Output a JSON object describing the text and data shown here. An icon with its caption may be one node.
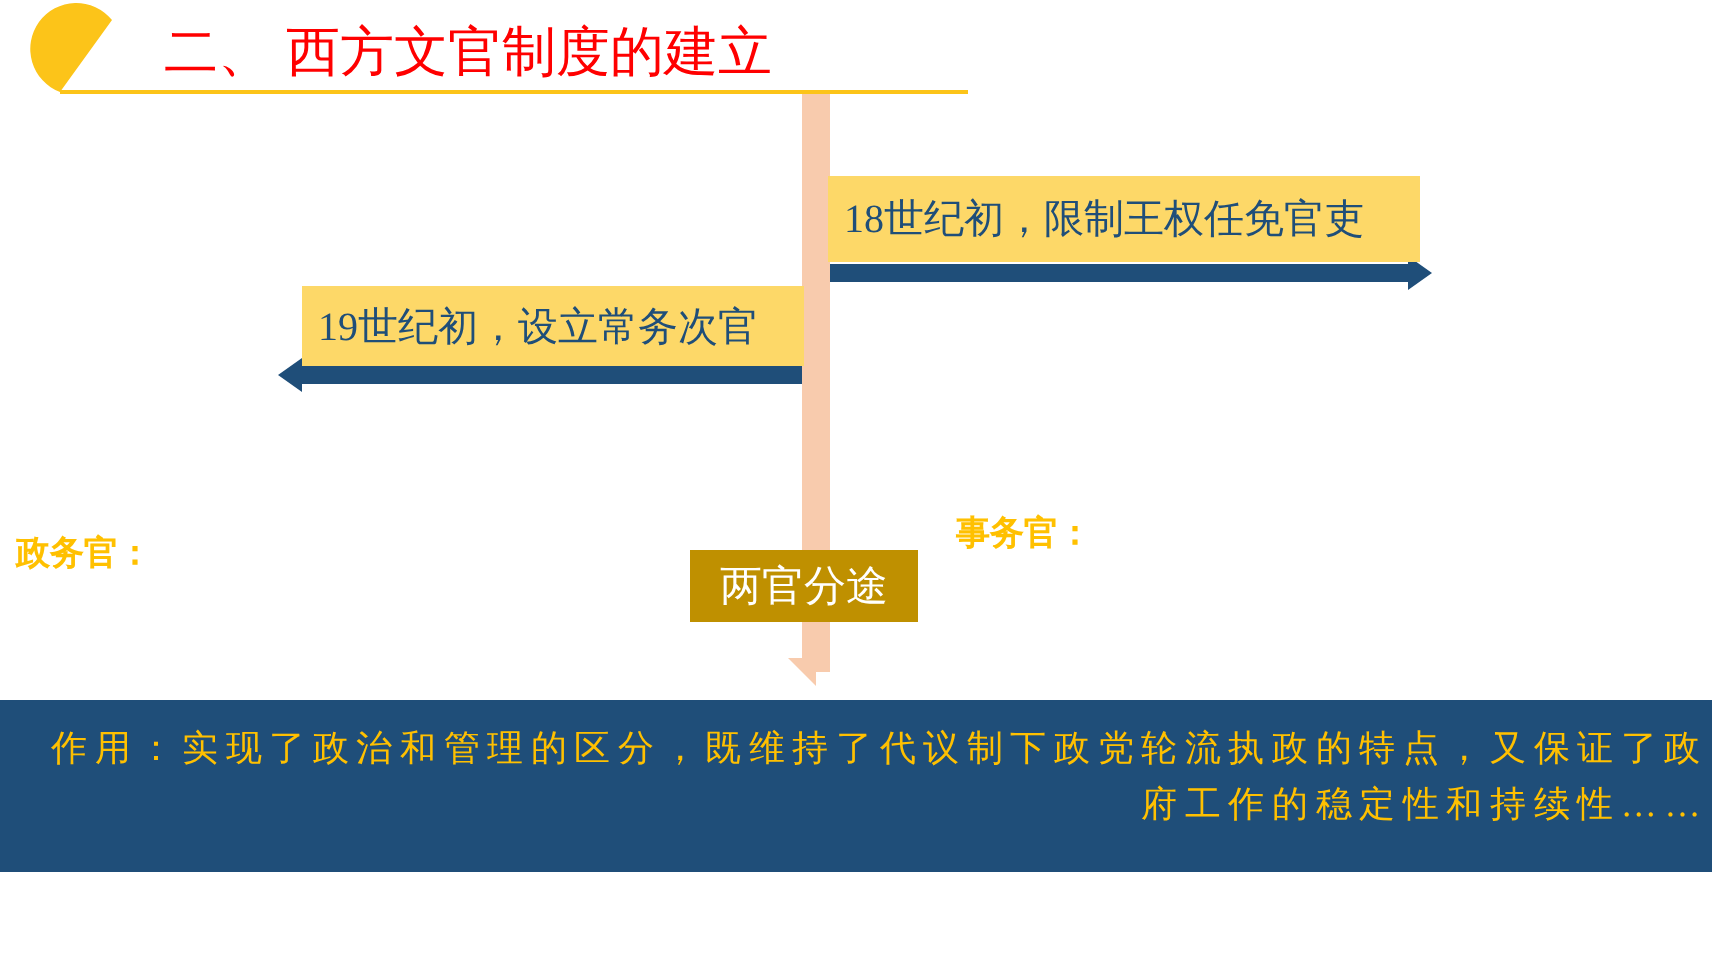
{
  "diagram": {
    "title": "二、 西方文官制度的建立",
    "nodes": [
      {
        "text": [
          "18世纪初，限制王权任免官吏"
        ]
      },
      {
        "text": [
          "19世纪初，设立常务次官"
        ]
      },
      {
        "text": [
          "两官分途"
        ]
      },
      {
        "text": [
          "作用：实现了政治和管理的区分，既维持了代议制下政党轮流执政的特点，又保证了政府工作的稳定性和持续性……"
        ]
      }
    ],
    "edges": [
      {
        "from": null,
        "to": 3,
        "arrow": "to"
      }
    ],
    "labels": [
      "政务官：",
      "事务官："
    ]
  }
}
